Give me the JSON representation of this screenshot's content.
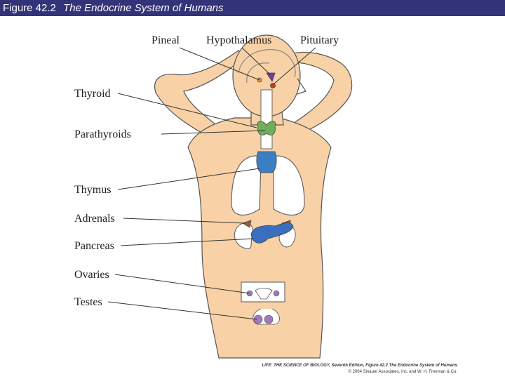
{
  "header": {
    "figure_number": "Figure 42.2",
    "figure_title": "The Endocrine System of Humans"
  },
  "labels": {
    "pineal": "Pineal",
    "hypothalamus": "Hypothalamus",
    "pituitary": "Pituitary",
    "thyroid": "Thyroid",
    "parathyroids": "Parathyroids",
    "thymus": "Thymus",
    "adrenals": "Adrenals",
    "pancreas": "Pancreas",
    "ovaries": "Ovaries",
    "testes": "Testes"
  },
  "credit": {
    "line1": "LIFE: THE SCIENCE OF BIOLOGY, Seventh Edition, Figure 42.2 The Endocrine System of Humans",
    "line2": "© 2004 Sinauer Associates, Inc. and W. H. Freeman & Co."
  },
  "colors": {
    "title_bar": "#33337a",
    "skin": "#f8d1a6",
    "gland_green": "#6fae5a",
    "gland_blue": "#3a7fc4",
    "gland_purple": "#a07ac0",
    "adrenal_brown": "#a25a3c"
  }
}
